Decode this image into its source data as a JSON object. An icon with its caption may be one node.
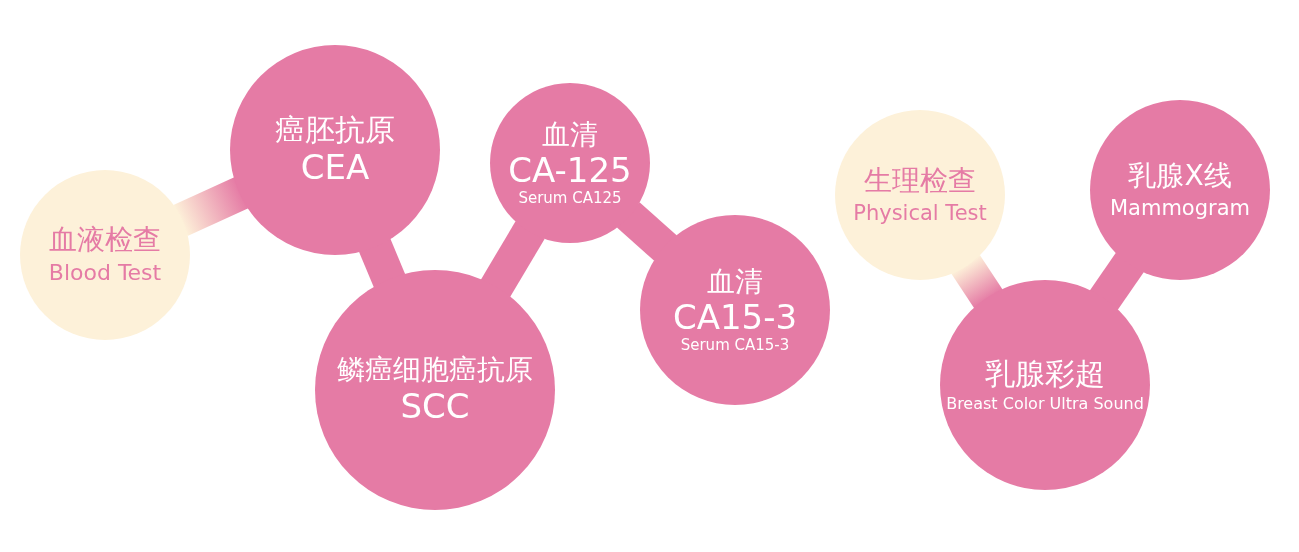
{
  "diagram": {
    "nodes": [
      {
        "text": [
          "血液检查",
          "Blood Test"
        ]
      },
      {
        "text": [
          "癌胚抗原",
          "CEA"
        ]
      },
      {
        "text": [
          "鳞癌细胞癌抗原",
          "SCC"
        ]
      },
      {
        "text": [
          "血清",
          "CA-125",
          "Serum CA125"
        ]
      },
      {
        "text": [
          "血清",
          "CA15-3",
          "Serum CA15-3"
        ]
      },
      {
        "text": [
          "生理检查",
          "Physical Test"
        ]
      },
      {
        "text": [
          "乳腺X线",
          "Mammogram"
        ]
      },
      {
        "text": [
          "乳腺彩超",
          "Breast Color Ultra Sound"
        ]
      }
    ],
    "edges": [
      {
        "from": 0,
        "to": 1,
        "arrow": "none"
      },
      {
        "from": 1,
        "to": 2,
        "arrow": "none"
      },
      {
        "from": 2,
        "to": 3,
        "arrow": "none"
      },
      {
        "from": 3,
        "to": 4,
        "arrow": "none"
      },
      {
        "from": 5,
        "to": 7,
        "arrow": "none"
      },
      {
        "from": 6,
        "to": 7,
        "arrow": "none"
      }
    ]
  }
}
